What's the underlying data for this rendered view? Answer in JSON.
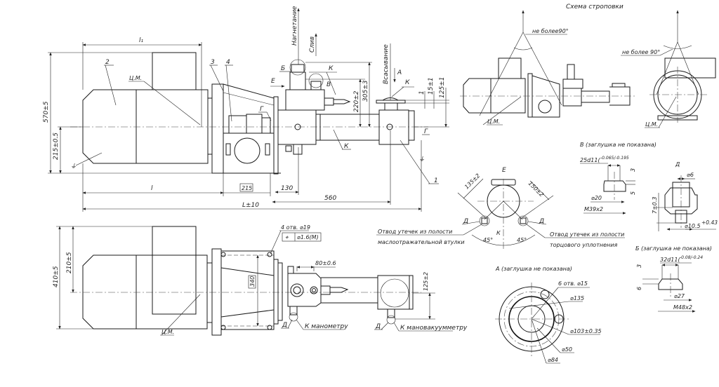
{
  "drawing": {
    "positions": {
      "p1": "1",
      "p2": "2",
      "p3": "3",
      "p4": "4"
    },
    "cm": "Ц.М.",
    "dims_front": {
      "l1": "l₁",
      "h570": "570±5",
      "h215": "215±0.5",
      "l": "l",
      "box215": "215",
      "L": "L±10",
      "d130": "130",
      "d560": "560",
      "d220": "220±2",
      "d305": "305±3",
      "d1": "1",
      "d15": "15±1",
      "d125": "125±1"
    },
    "flows": {
      "discharge": "Нагнетание",
      "drain": "Слив",
      "suction": "Всасывание"
    },
    "letters": {
      "E": "Е",
      "B": "Б",
      "V": "В",
      "K": "К",
      "G": "Г",
      "A": "А",
      "D": "Д"
    },
    "dims_plan": {
      "holes": "4 отв. ⌀19",
      "tol_sym": "⌖",
      "tol_val": "⌀1.6(M)",
      "d80": "80±0.6",
      "box340": "340",
      "h410": "410±5",
      "h210": "210±5",
      "d125": "125±2",
      "to_manometer": "К манометру",
      "to_manovac": "К мановакуумметру"
    },
    "view_E": {
      "title": "Е",
      "d135": "135±2",
      "d150": "150±2",
      "a45": "45°",
      "b45": "45°",
      "leak1_l1": "Отвод утечек из полости",
      "leak1_l2": "маслоотражательной втулки",
      "leak2_l1": "Отвод утечек из полости",
      "leak2_l2": "торцового уплотнения"
    },
    "sling": {
      "title": "Схема строповки",
      "ang1": "не более90°",
      "ang2": "не более 90°"
    },
    "view_V": {
      "title": "В (заглушка не показана)",
      "fit": "25d11(",
      "tol": "-0.065/-0.195",
      "d3": "3",
      "d5": "5",
      "phi20": "⌀20",
      "thread": "M39x2"
    },
    "view_D": {
      "title": "Д",
      "phi6": "⌀6",
      "h7": "7±0.3",
      "phi105": "⌀10.5",
      "tol": "+0.43"
    },
    "view_B": {
      "title": "Б (заглушка не показана)",
      "fit": "32d11(",
      "tol": "-0.08/-0.24",
      "d3": "3",
      "d6": "6",
      "phi27": "⌀27",
      "thread": "M48x2"
    },
    "view_A": {
      "title": "А (заглушка не показана)",
      "holes": "6 отв. ⌀15",
      "phi135": "⌀135",
      "phi103": "⌀103±0.35",
      "phi50": "⌀50",
      "phi84": "⌀84"
    }
  }
}
